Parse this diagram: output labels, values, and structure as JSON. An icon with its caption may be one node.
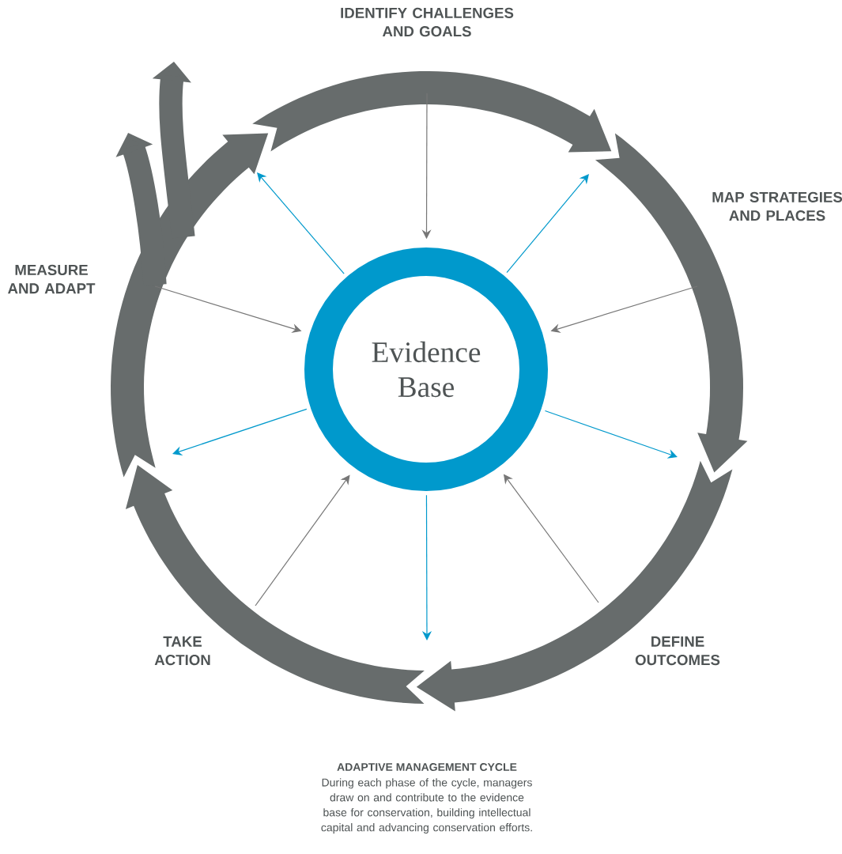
{
  "diagram": {
    "title": "ADAPTIVE MANAGEMENT CYCLE",
    "caption": "During each phase of the cycle, managers draw on and contribute to the evidence base for conservation, building intellectual capital and advancing conservation efforts.",
    "nodes": [
      {
        "text": [
          "IDENTIFY CHALLENGES AND GOALS"
        ]
      },
      {
        "text": [
          "MAP STRATEGIES AND PLACES"
        ]
      },
      {
        "text": [
          "DEFINE OUTCOMES"
        ]
      },
      {
        "text": [
          "TAKE ACTION"
        ]
      },
      {
        "text": [
          "MEASURE AND ADAPT"
        ]
      },
      {
        "text": [
          "Evidence Base"
        ]
      }
    ],
    "edges": [
      {
        "from": null,
        "to": 5,
        "arrow": "to"
      },
      {
        "from": 5,
        "to": null,
        "arrow": "to",
        "color": "#0099cc"
      },
      {
        "from": null,
        "to": 5,
        "arrow": "to"
      },
      {
        "from": 5,
        "to": null,
        "arrow": "to",
        "color": "#0099cc"
      },
      {
        "from": null,
        "to": 5,
        "arrow": "to"
      },
      {
        "from": 5,
        "to": null,
        "arrow": "to",
        "color": "#0099cc"
      },
      {
        "from": null,
        "to": 5,
        "arrow": "to"
      },
      {
        "from": 5,
        "to": null,
        "arrow": "to",
        "color": "#0099cc"
      },
      {
        "from": null,
        "to": 5,
        "arrow": "to"
      },
      {
        "from": 5,
        "to": null,
        "arrow": "to",
        "color": "#0099cc"
      }
    ]
  }
}
